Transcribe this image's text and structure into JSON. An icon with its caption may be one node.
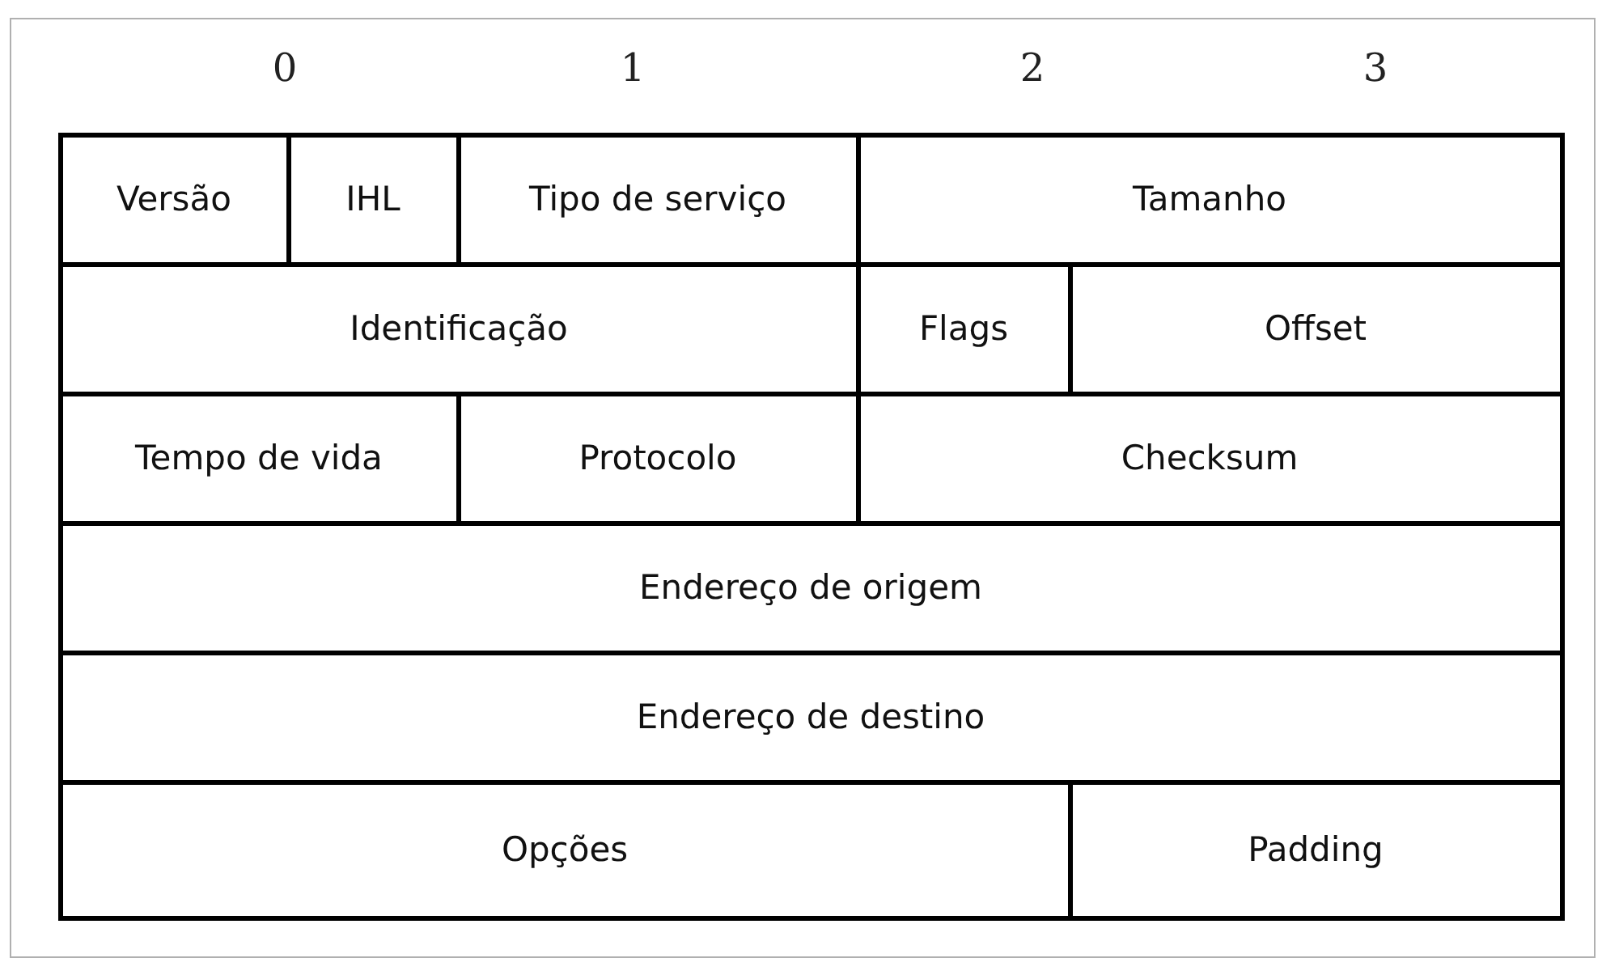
{
  "diagram": {
    "nodes": [
      {
        "text": [
          "Versão"
        ]
      },
      {
        "text": [
          "IHL"
        ]
      },
      {
        "text": [
          "Tipo de serviço"
        ]
      },
      {
        "text": [
          "Tamanho"
        ]
      },
      {
        "text": [
          "Identificação"
        ]
      },
      {
        "text": [
          "Flags"
        ]
      },
      {
        "text": [
          "Offset"
        ]
      },
      {
        "text": [
          "Tempo de vida"
        ]
      },
      {
        "text": [
          "Protocolo"
        ]
      },
      {
        "text": [
          "Checksum"
        ]
      },
      {
        "text": [
          "Endereço de origem"
        ]
      },
      {
        "text": [
          "Endereço de destino"
        ]
      },
      {
        "text": [
          "Opções"
        ]
      },
      {
        "text": [
          "Padding"
        ]
      }
    ],
    "labels": [
      "0",
      "1",
      "2",
      "3"
    ]
  }
}
